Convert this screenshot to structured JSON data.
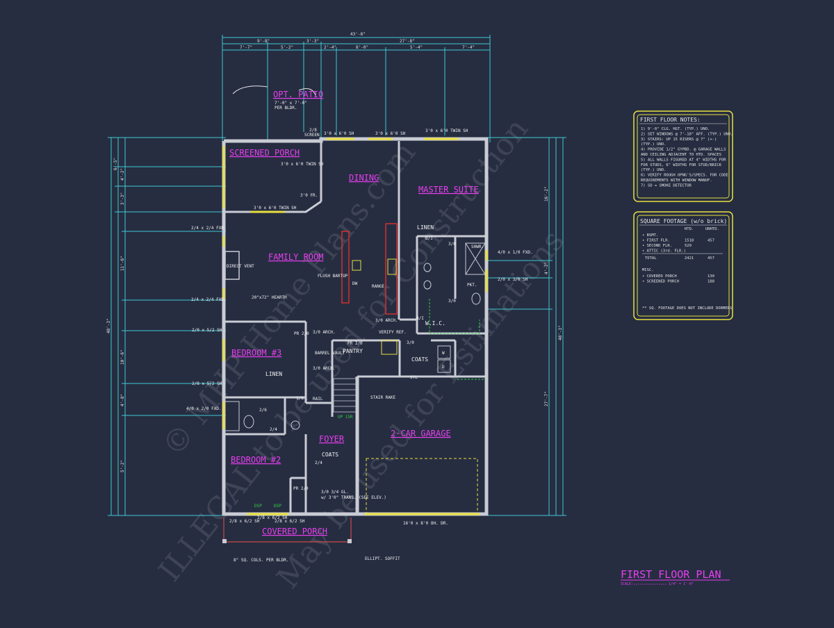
{
  "rooms": {
    "screened_porch": "SCREENED PORCH",
    "dining": "DINING",
    "master_suite": "MASTER SUITE",
    "family_room": "FAMILY ROOM",
    "bedroom_3": "BEDROOM #3",
    "bedroom_2": "BEDROOM #2",
    "foyer": "FOYER",
    "garage": "2-CAR GARAGE",
    "covered_porch": "COVERED PORCH",
    "patio": "OPT. PATIO",
    "linen_master": "LINEN",
    "linen_hall": "LINEN",
    "pantry": "PANTRY",
    "coats_kitchen": "COATS",
    "coats_foyer": "COATS",
    "wic": "W.I.C."
  },
  "labels": {
    "patio_size": "7'-0\" x 7'-0\"",
    "patio_note": "PER BLDR.",
    "screen_top": "2/8",
    "screen_word": "SCREEN",
    "win_dining_top": "3'0 x 6'0 SH",
    "win_dining_top2": "3'0 x 6'0 SH",
    "win_master_top": "3'0 x 6'0 TWIN SH",
    "win_porch_top": "3'0 x 6'0 TWIN SH",
    "win_porch_mid": "3'0 x 6'0 TWIN SH",
    "fr_door": "3'0 FR.",
    "win_fam_1": "2/4 x 2/4 FXD.",
    "win_fam_2": "2/4 x 2/4 FXD.",
    "win_bed3": "2/0 x 5/2 SH",
    "win_hall": "2/8 x 5/2 SH",
    "win_bath": "4/0 x 2/0 FXD.",
    "win_shwr": "4/0 x 1/0 FXD.",
    "win_master_side": "2/0 x 3/0 SH",
    "direct_vent": "DIRECT VENT",
    "hearth": "20\"x72\" HEARTH",
    "flush_bartop": "FLUSH BARTOP",
    "range": "RANGE",
    "dw": "DW",
    "arch_kitchen": "3/0 ARCH.",
    "arch_bed3": "3/0 ARCH.",
    "arch_hall": "3/0 ARCH.",
    "barrel_vault": "BARREL VAULT",
    "verify_ref": "VERIFY REF.",
    "stair_rake": "STAIR RAKE",
    "rail": "RAIL",
    "up_steps": "UP 15R",
    "shwr": "SHWR.",
    "pkt": "PKT.",
    "stl": "STL",
    "trans": "w/ 3'0\" TRANS. (SEE ELEV.)",
    "front_door": "3/0 3/4 GL.",
    "win_front_1": "2/8 x 6/2 SH",
    "win_front_2": "2/8 x 6/2 SH",
    "win_front_3": "2/8 x 6/2 SH",
    "garage_door": "16'0 x 8'0 OH. DR.",
    "cols_note": "8\" SQ. COLS. PER BLDR.",
    "ellipt_note": "ELLIPT. SOFFIT",
    "dsp": "DSP",
    "pr_bed3": "PR 2/0",
    "pr_pantry": "PR 2/0",
    "pr_bed2": "PR 2/0",
    "d26": "2/6",
    "d24": "2/4",
    "d30": "3/0",
    "d16": "1/6",
    "w": "W",
    "d": "D",
    "bi": "B/I"
  },
  "dims": {
    "overall_top": "43'-8\"",
    "top_a": "9'-8\"",
    "top_b": "3'-3\"",
    "top_c": "27'-8\"",
    "top_d": "7'-7\"",
    "top_e": "5'-2\"",
    "top_f": "2'-4\"",
    "top_g": "8'-0\"",
    "top_h": "5'-4\"",
    "top_i": "7'-4\"",
    "left_overall": "48'-3\"",
    "left_a": "6'-5\"",
    "left_b": "4'-2\"",
    "left_c": "3'-3\"",
    "left_d": "11'-6\"",
    "left_e": "10'-6\"",
    "left_f": "4'-8\"",
    "left_g": "5'-2\"",
    "right_overall": "48'-3\"",
    "right_a": "16'-2\"",
    "right_b": "4'-2\"",
    "right_c": "27'-7\""
  },
  "notes_box": {
    "title": "FIRST FLOOR NOTES:",
    "items": [
      "1) 9'-0\" CLG. HGT. (TYP.) UNO.",
      "2) SET WINDOWS @ 7'-10\" AFF. (TYP.) UNO.",
      "3) STAIRS: UP 15 RISERS @ 7\" (+-)",
      "   (TYP.) UNO.",
      "4) PROVIDE 1/2\" GYPBD. @ GARAGE WALLS",
      "   AND CEILING ADJACENT TO HTD. SPACES",
      "5) ALL WALLS FIGURED AT 4\" WIDTHS FOR",
      "   FOR STUDS, 6\" WIDTHS FOR STUD/BRICK",
      "   (TYP.) UNO.",
      "6) VERIFY ROUGH OPNG'S/SPECS. FOR CODE",
      "   REQUIREMENTS WITH WINDOW MANUF.",
      "7) SD = SMOKE DETECTOR"
    ]
  },
  "sqft_box": {
    "title": "SQUARE FOOTAGE (w/o brick)",
    "col_htd": "HTD.",
    "col_unhtd": "UNHTD.",
    "rows": [
      {
        "label": "BSMT.",
        "htd": "",
        "unhtd": ""
      },
      {
        "label": "FIRST FLR.",
        "htd": "1518",
        "unhtd": "457"
      },
      {
        "label": "SECOND FLR.",
        "htd": "520",
        "unhtd": ""
      },
      {
        "label": "ATTIC (3rd. FLR.)",
        "htd": "",
        "unhtd": ""
      }
    ],
    "total_label": "TOTAL",
    "total_htd": "2421",
    "total_unhtd": "457",
    "misc_title": "MISC.",
    "misc_rows": [
      {
        "label": "COVERED PORCH",
        "val": "130"
      },
      {
        "label": "SCREENED PORCH",
        "val": "188"
      }
    ],
    "footnote": "** SQ. FOOTAGE DOES NOT INCLUDE DORMERS"
  },
  "title_block": {
    "title": "FIRST FLOOR PLAN",
    "scale_label": "SCALE:",
    "scale_value": "1/4\" = 1'-0\""
  },
  "watermark": {
    "line1": "© MHP Home Plans.com",
    "line2": "ILLEGAL to be used for Construction",
    "line3": "May be used for Estimations"
  },
  "colors": {
    "background": "#262d41",
    "wall": "#c9ccd4",
    "dimension": "#3fc9d4",
    "room_label": "#e83ef0",
    "window": "#e8e040",
    "green": "#30d040"
  }
}
